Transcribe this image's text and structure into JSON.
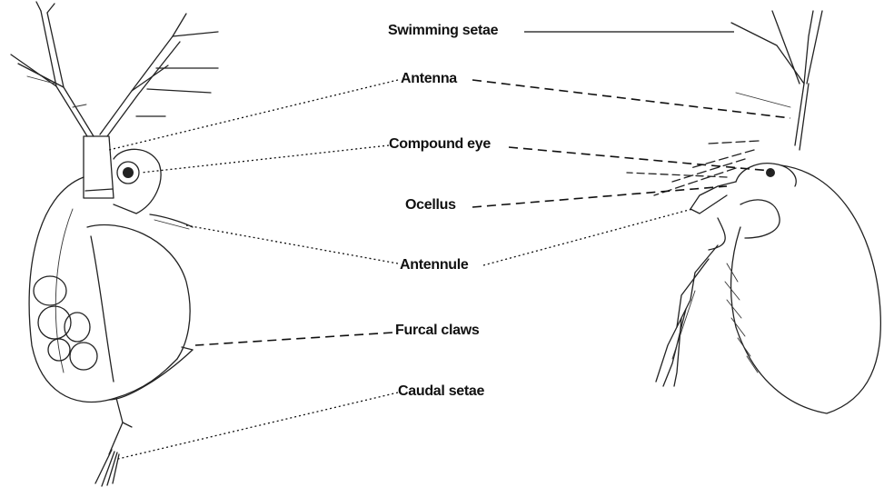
{
  "labels": {
    "swimming_setae": "Swimming setae",
    "antenna": "Antenna",
    "compound_eye": "Compound eye",
    "ocellus": "Ocellus",
    "antennule": "Antennule",
    "furcal_claws": "Furcal claws",
    "caudal_setae": "Caudal setae"
  },
  "colors": {
    "ink": "#222222",
    "background": "#ffffff"
  }
}
